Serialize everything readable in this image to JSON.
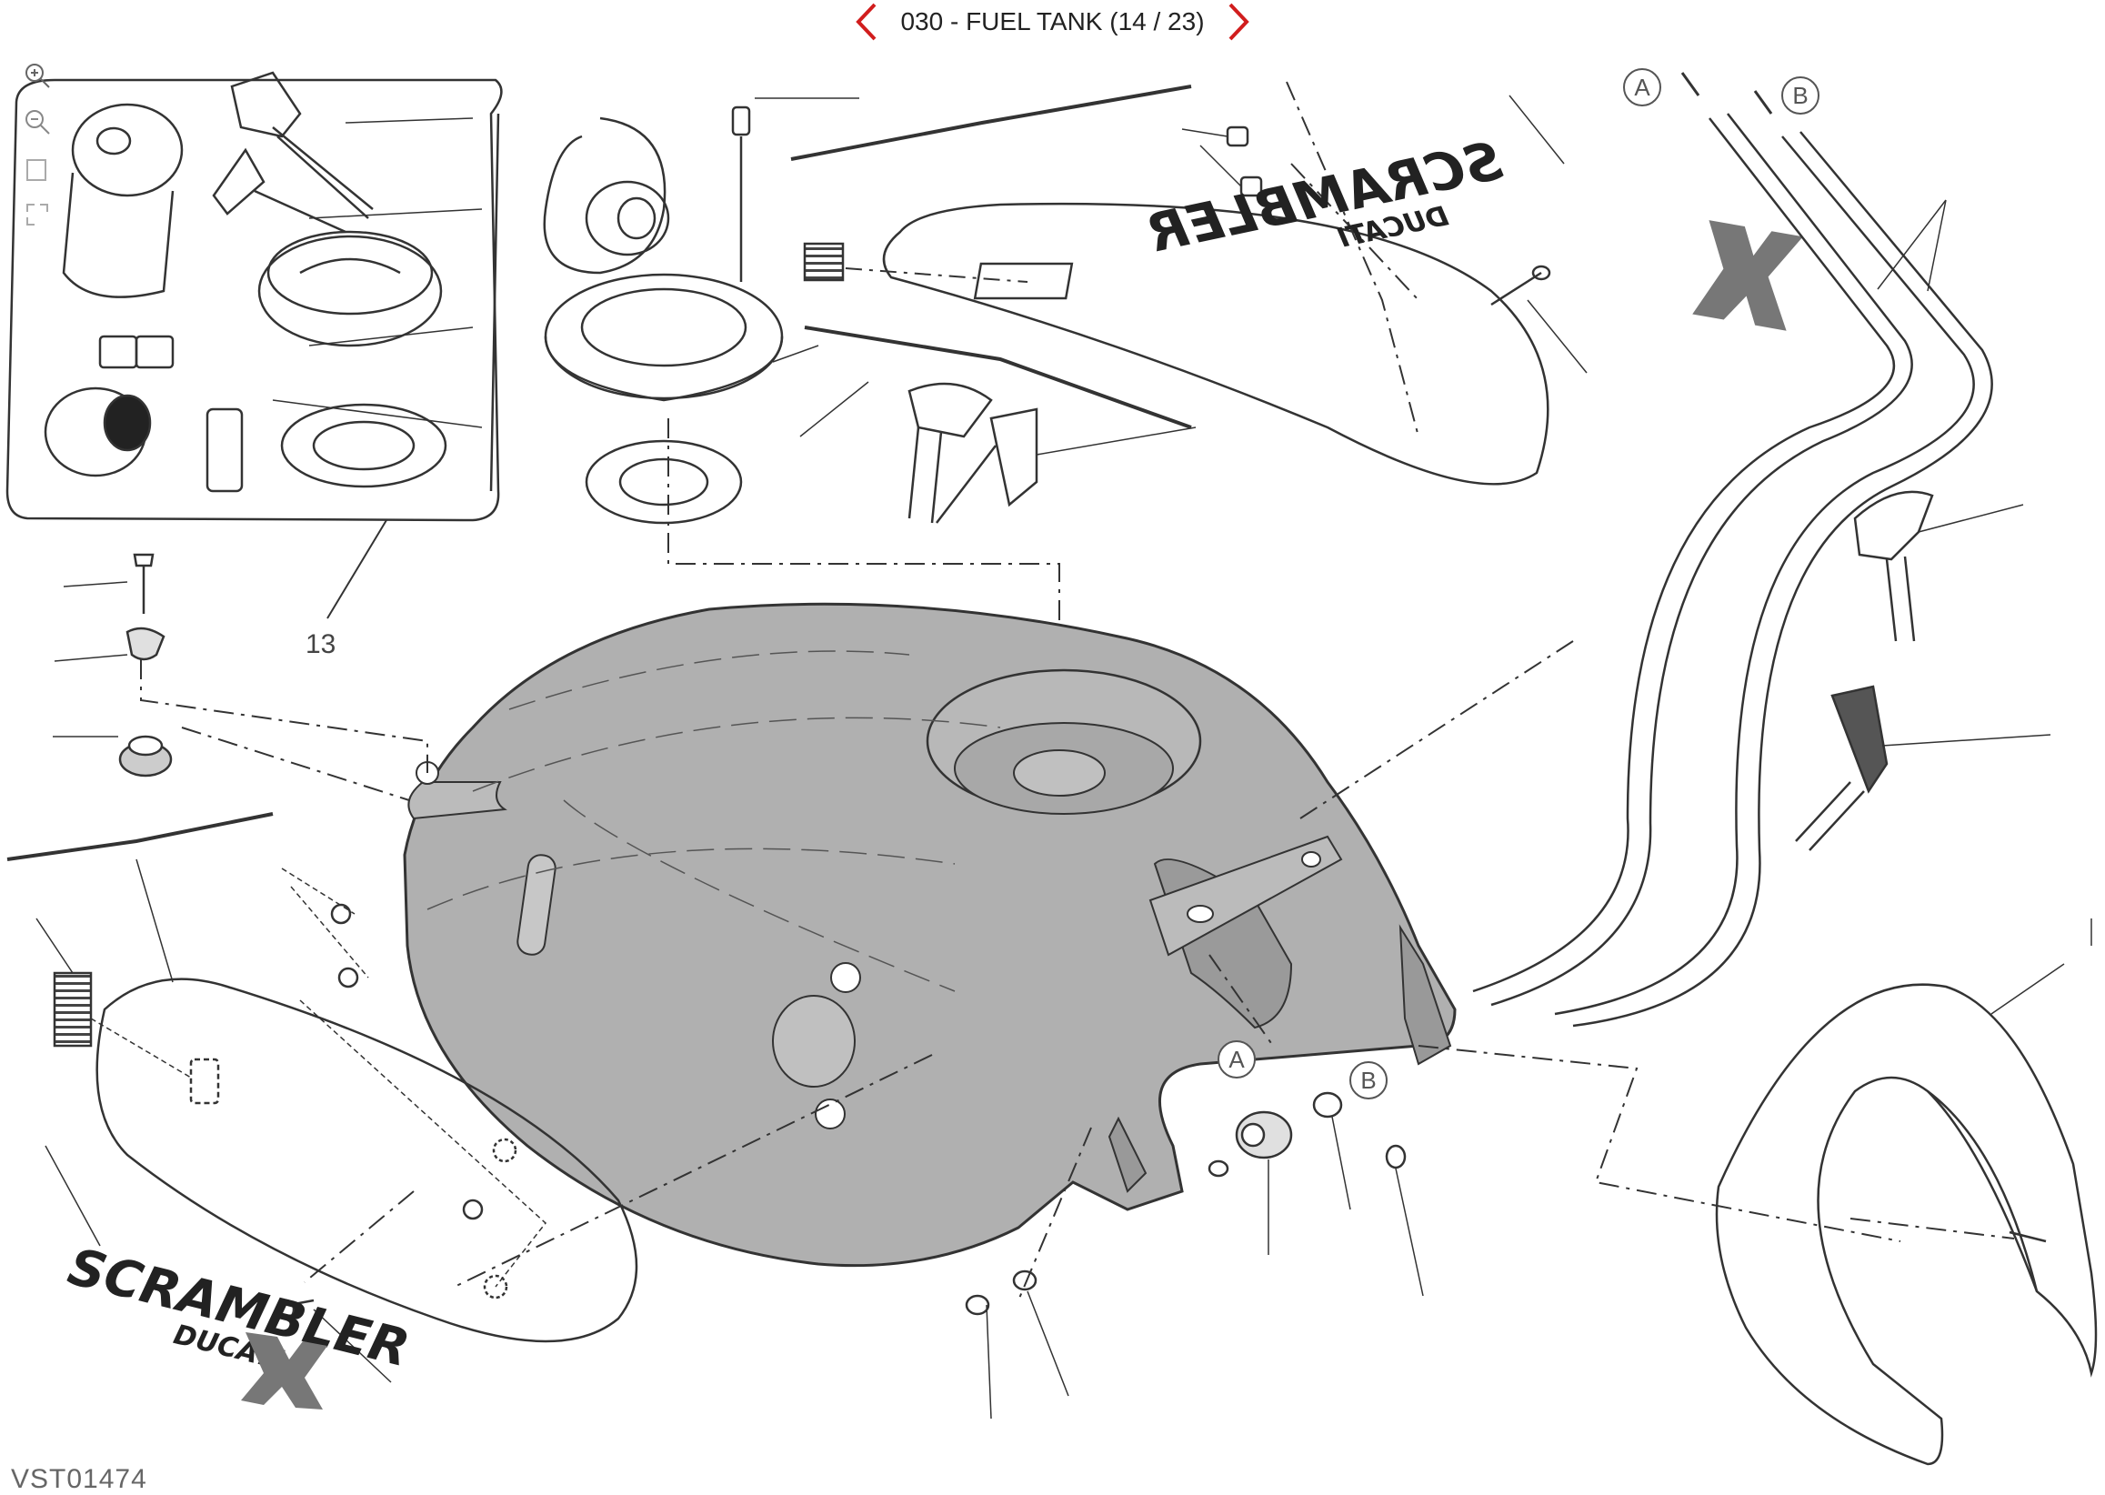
{
  "header": {
    "title": "030 - FUEL TANK (14 / 23)",
    "prev_icon": "chevron-left-icon",
    "next_icon": "chevron-right-icon",
    "accent": "#d11d1d"
  },
  "tools": [
    {
      "name": "zoom-in-icon"
    },
    {
      "name": "zoom-out-icon"
    },
    {
      "name": "print-icon"
    },
    {
      "name": "fullscreen-icon"
    }
  ],
  "diagram": {
    "part_number_label": "13",
    "callout_a": "A",
    "callout_b": "B",
    "decal_top": {
      "line1": "SCRAMBLER",
      "line2": "DUCATI"
    },
    "decal_bottom": {
      "line1": "SCRAMBLER",
      "line2": "DUCATI"
    },
    "tank_fill": "#b0b0b0"
  },
  "footer": {
    "drawing_code": "VST01474"
  }
}
